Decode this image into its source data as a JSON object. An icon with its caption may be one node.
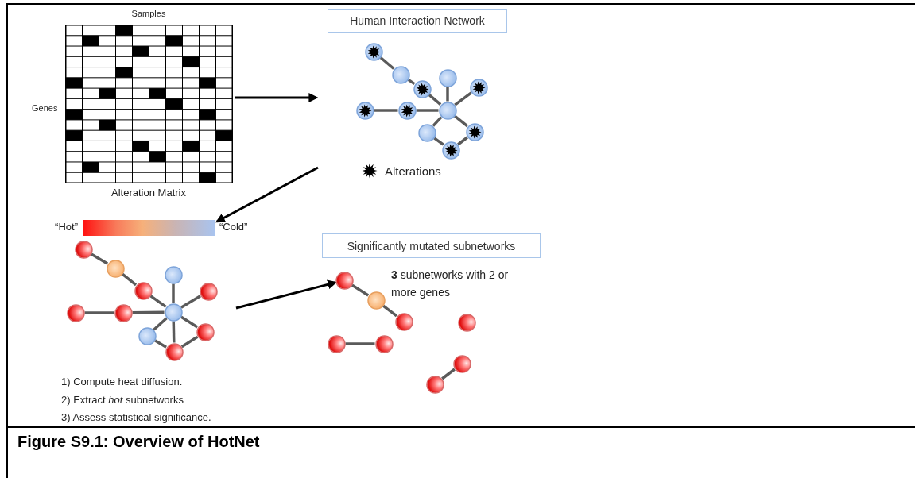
{
  "diagram": {
    "caption": "Figure S9.1: Overview of HotNet",
    "nodes": [
      {
        "text": [
          "Samples",
          "Genes",
          "Alteration Matrix"
        ]
      },
      {
        "text": [
          "Human Interaction Network"
        ]
      },
      {
        "text": [],
        "shape": "circle"
      },
      {
        "text": [],
        "shape": "circle"
      },
      {
        "text": [],
        "shape": "circle"
      },
      {
        "text": [],
        "shape": "circle"
      },
      {
        "text": [],
        "shape": "circle"
      },
      {
        "text": [],
        "shape": "circle"
      },
      {
        "text": [],
        "shape": "circle"
      },
      {
        "text": [],
        "shape": "circle"
      },
      {
        "text": [],
        "shape": "circle"
      },
      {
        "text": [],
        "shape": "circle"
      },
      {
        "text": [],
        "shape": "circle"
      },
      {
        "text": [],
        "shape": "bar",
        "beside": [
          "“Hot”",
          "“Cold”"
        ]
      },
      {
        "text": [],
        "shape": "circle"
      },
      {
        "text": [],
        "shape": "circle"
      },
      {
        "text": [],
        "shape": "circle"
      },
      {
        "text": [],
        "shape": "circle"
      },
      {
        "text": [],
        "shape": "circle"
      },
      {
        "text": [],
        "shape": "circle"
      },
      {
        "text": [],
        "shape": "circle"
      },
      {
        "text": [],
        "shape": "circle"
      },
      {
        "text": [],
        "shape": "circle"
      },
      {
        "text": [],
        "shape": "circle"
      },
      {
        "text": [],
        "shape": "circle"
      },
      {
        "text": [
          "Significantly mutated subnetworks"
        ]
      },
      {
        "text": [],
        "shape": "circle"
      },
      {
        "text": [],
        "shape": "circle"
      },
      {
        "text": [],
        "shape": "circle"
      },
      {
        "text": [],
        "shape": "circle"
      },
      {
        "text": [],
        "shape": "circle"
      },
      {
        "text": [],
        "shape": "circle"
      },
      {
        "text": [],
        "shape": "circle"
      },
      {
        "text": [],
        "shape": "circle"
      }
    ],
    "edges": [
      {
        "from": 0,
        "to": null,
        "arrow": "to"
      },
      {
        "from": null,
        "to": 13,
        "arrow": "to"
      },
      {
        "from": null,
        "to": 26,
        "arrow": "to"
      },
      {
        "from": 2,
        "to": 3,
        "arrow": "none"
      },
      {
        "from": 3,
        "to": 4,
        "arrow": "none"
      },
      {
        "from": 4,
        "to": 9,
        "arrow": "none"
      },
      {
        "from": 5,
        "to": 9,
        "arrow": "none"
      },
      {
        "from": 6,
        "to": 9,
        "arrow": "none"
      },
      {
        "from": 7,
        "to": 8,
        "arrow": "none"
      },
      {
        "from": 8,
        "to": 9,
        "arrow": "none"
      },
      {
        "from": 9,
        "to": 10,
        "arrow": "none"
      },
      {
        "from": 9,
        "to": 11,
        "arrow": "none"
      },
      {
        "from": 10,
        "to": 12,
        "arrow": "none"
      },
      {
        "from": 11,
        "to": 12,
        "arrow": "none"
      },
      {
        "from": 14,
        "to": 15,
        "arrow": "none"
      },
      {
        "from": 15,
        "to": 16,
        "arrow": "none"
      },
      {
        "from": 16,
        "to": 21,
        "arrow": "none"
      },
      {
        "from": 17,
        "to": 21,
        "arrow": "none"
      },
      {
        "from": 18,
        "to": 21,
        "arrow": "none"
      },
      {
        "from": 19,
        "to": 20,
        "arrow": "none"
      },
      {
        "from": 20,
        "to": 21,
        "arrow": "none"
      },
      {
        "from": 21,
        "to": 22,
        "arrow": "none"
      },
      {
        "from": 21,
        "to": 23,
        "arrow": "none"
      },
      {
        "from": 21,
        "to": 24,
        "arrow": "none"
      },
      {
        "from": 22,
        "to": 24,
        "arrow": "none"
      },
      {
        "from": 23,
        "to": 24,
        "arrow": "none"
      },
      {
        "from": 26,
        "to": 27,
        "arrow": "none"
      },
      {
        "from": 27,
        "to": 28,
        "arrow": "none"
      },
      {
        "from": 30,
        "to": 31,
        "arrow": "none"
      },
      {
        "from": 32,
        "to": 33,
        "arrow": "none"
      }
    ],
    "labels": [
      "1) Compute heat diffusion.",
      "2) Extract *hot* subnetworks",
      "3) Assess statistical significance.",
      "**3** subnetworks with 2 or more genes"
    ],
    "legend": [
      {
        "text": "Alterations"
      }
    ]
  }
}
